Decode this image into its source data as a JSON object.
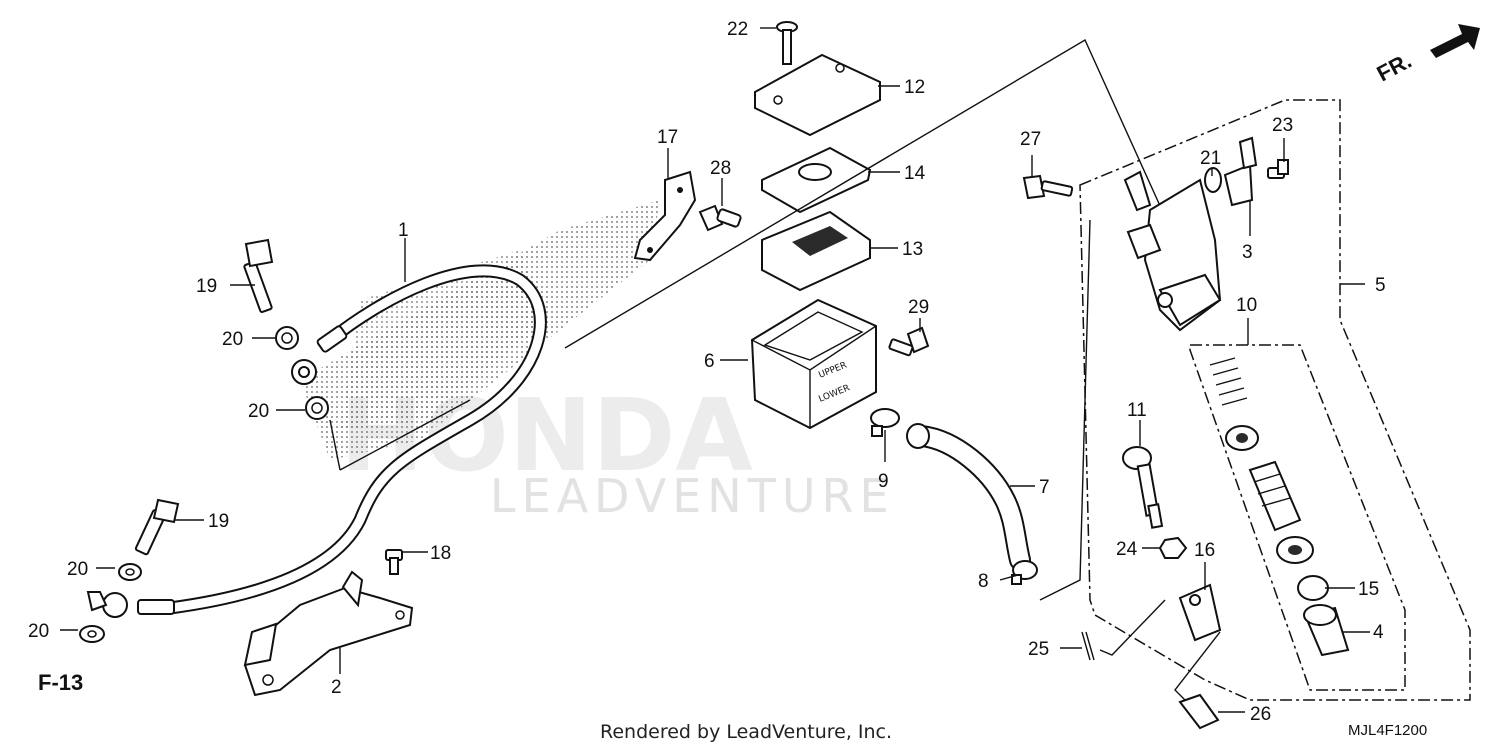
{
  "watermark": {
    "text": "LEADVENTURE",
    "logo_text": "HONDA"
  },
  "direction_marker": {
    "label": "FR.",
    "icon": "arrow-front-icon"
  },
  "reference": {
    "label": "F-13"
  },
  "diagram_code": "MJL4F1200",
  "credit": "Rendered by LeadVenture, Inc.",
  "callouts": [
    {
      "id": "c1",
      "label": "1"
    },
    {
      "id": "c2",
      "label": "2"
    },
    {
      "id": "c3",
      "label": "3"
    },
    {
      "id": "c4",
      "label": "4"
    },
    {
      "id": "c5",
      "label": "5"
    },
    {
      "id": "c6",
      "label": "6"
    },
    {
      "id": "c7",
      "label": "7"
    },
    {
      "id": "c8",
      "label": "8"
    },
    {
      "id": "c9",
      "label": "9"
    },
    {
      "id": "c10",
      "label": "10"
    },
    {
      "id": "c11",
      "label": "11"
    },
    {
      "id": "c12",
      "label": "12"
    },
    {
      "id": "c13",
      "label": "13"
    },
    {
      "id": "c14",
      "label": "14"
    },
    {
      "id": "c15",
      "label": "15"
    },
    {
      "id": "c16",
      "label": "16"
    },
    {
      "id": "c17",
      "label": "17"
    },
    {
      "id": "c18",
      "label": "18"
    },
    {
      "id": "c19a",
      "label": "19"
    },
    {
      "id": "c19b",
      "label": "19"
    },
    {
      "id": "c20a",
      "label": "20"
    },
    {
      "id": "c20b",
      "label": "20"
    },
    {
      "id": "c20c",
      "label": "20"
    },
    {
      "id": "c20d",
      "label": "20"
    },
    {
      "id": "c21",
      "label": "21"
    },
    {
      "id": "c22",
      "label": "22"
    },
    {
      "id": "c23",
      "label": "23"
    },
    {
      "id": "c24",
      "label": "24"
    },
    {
      "id": "c25",
      "label": "25"
    },
    {
      "id": "c26",
      "label": "26"
    },
    {
      "id": "c27",
      "label": "27"
    },
    {
      "id": "c28",
      "label": "28"
    },
    {
      "id": "c29",
      "label": "29"
    }
  ]
}
